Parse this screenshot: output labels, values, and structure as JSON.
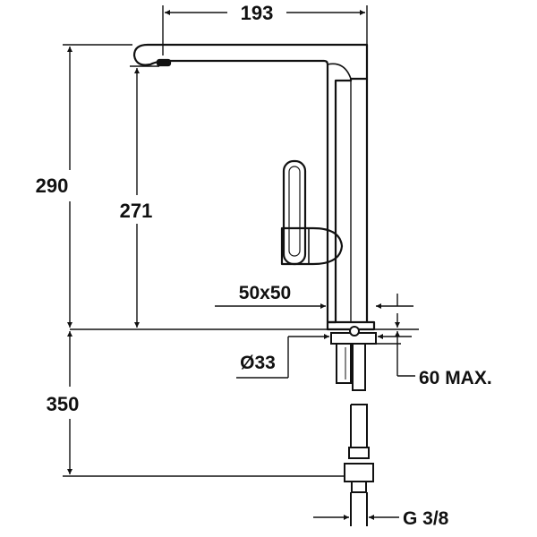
{
  "dimensions": {
    "spout_reach": "193",
    "total_height": "290",
    "spout_height": "271",
    "base_size": "50x50",
    "hole_diameter": "Ø33",
    "counter_thickness": "60 MAX.",
    "hose_length": "350",
    "connection_thread": "G 3/8"
  },
  "colors": {
    "ink": "#111111",
    "background": "#ffffff"
  }
}
